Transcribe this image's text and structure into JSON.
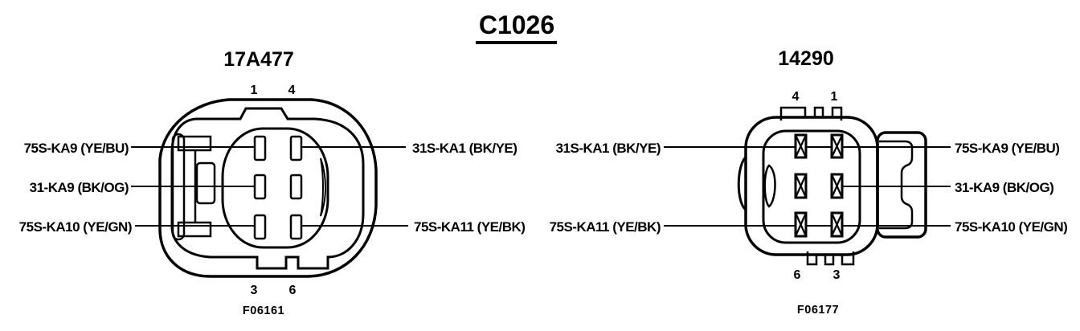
{
  "title": "C1026",
  "colors": {
    "ink": "#000000",
    "paper": "#ffffff"
  },
  "connectors": {
    "left": {
      "part_number": "17A477",
      "figure_number": "F06161",
      "pin_numbers": {
        "top_left": "1",
        "top_right": "4",
        "bottom_left": "3",
        "bottom_right": "6"
      },
      "labels": {
        "left_top": "75S-KA9 (YE/BU)",
        "left_middle": "31-KA9 (BK/OG)",
        "left_bottom": "75S-KA10 (YE/GN)",
        "right_top": "31S-KA1 (BK/YE)",
        "right_bottom": "75S-KA11 (YE/BK)"
      }
    },
    "right": {
      "part_number": "14290",
      "figure_number": "F06177",
      "pin_numbers": {
        "top_left": "4",
        "top_right": "1",
        "bottom_left": "6",
        "bottom_right": "3"
      },
      "labels": {
        "left_top": "31S-KA1 (BK/YE)",
        "left_bottom": "75S-KA11 (YE/BK)",
        "right_top": "75S-KA9 (YE/BU)",
        "right_middle": "31-KA9 (BK/OG)",
        "right_bottom": "75S-KA10 (YE/GN)"
      }
    }
  }
}
